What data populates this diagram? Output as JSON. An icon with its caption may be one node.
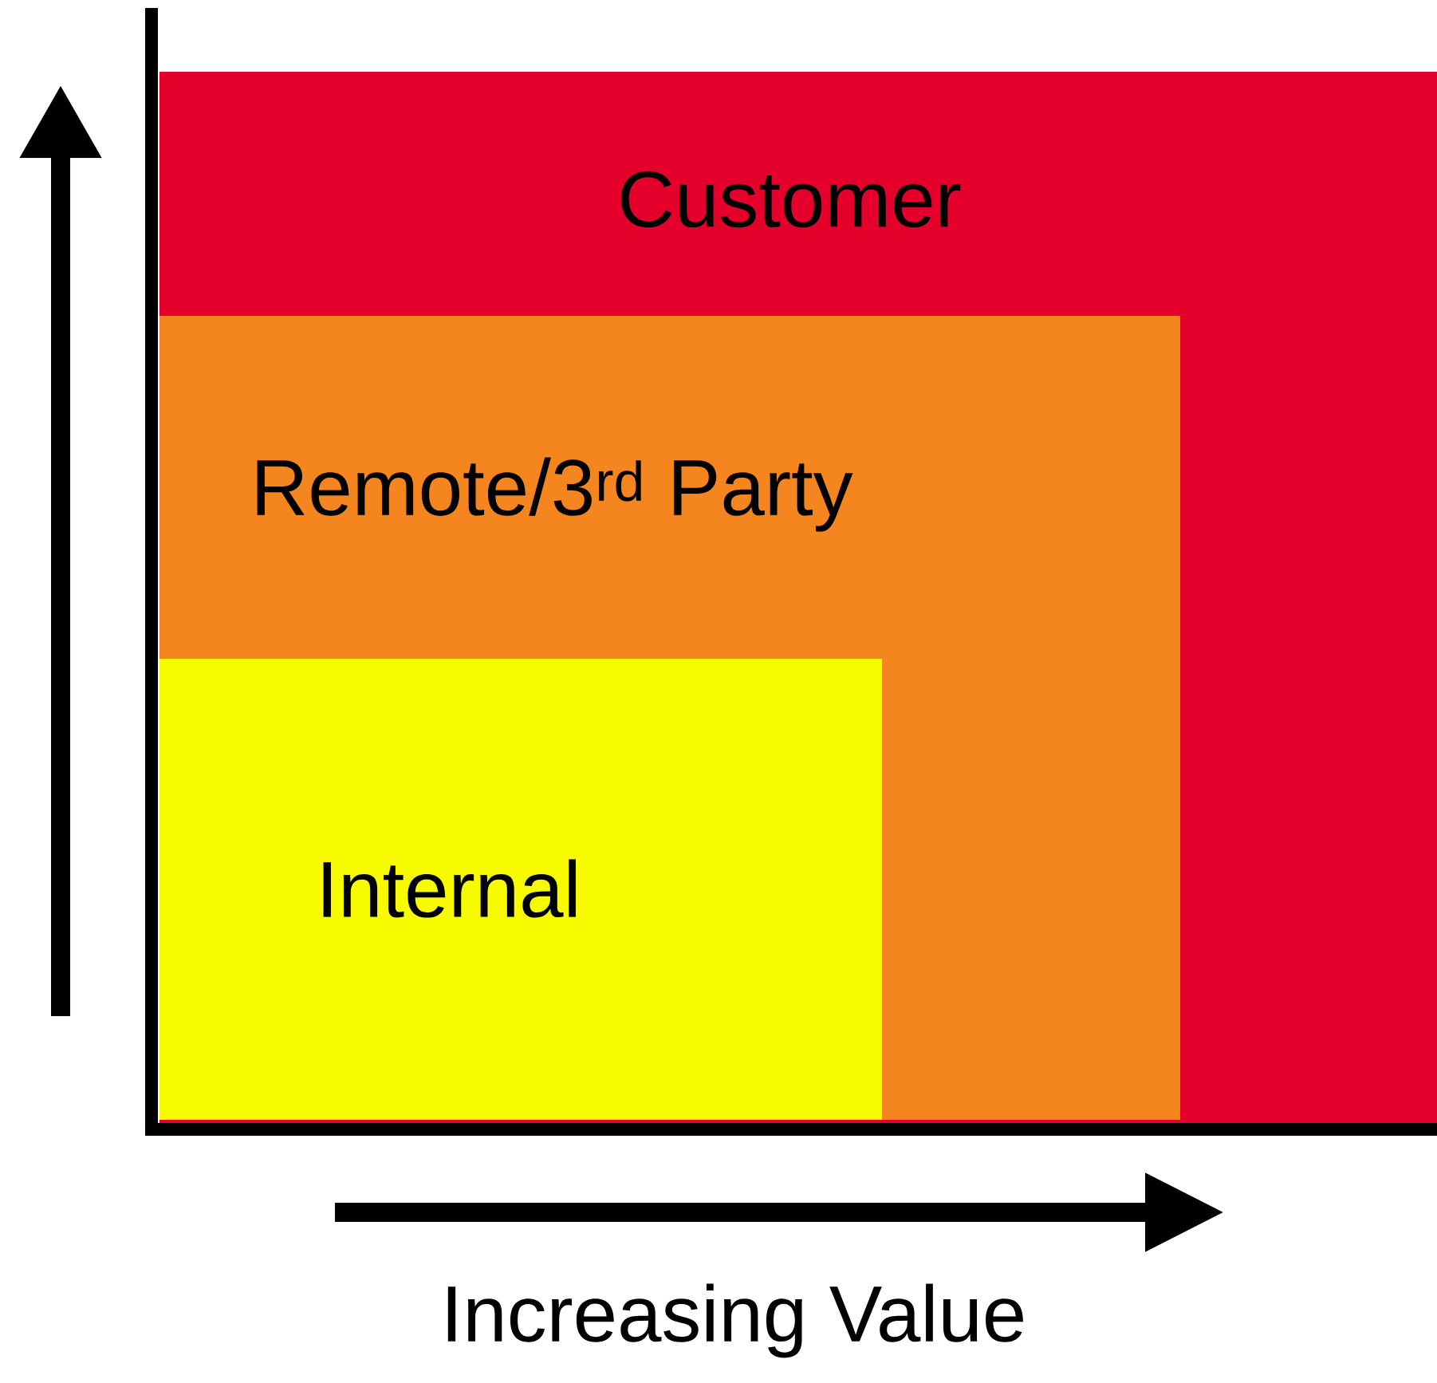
{
  "diagram": {
    "nodes": [
      {
        "text": [
          "Customer"
        ]
      },
      {
        "text": [
          "Remote/3$^{rd}$ Party"
        ],
        "in": 0
      },
      {
        "text": [
          "Internal"
        ],
        "in": 1
      }
    ],
    "labels": [
      "Increasing Value"
    ]
  }
}
